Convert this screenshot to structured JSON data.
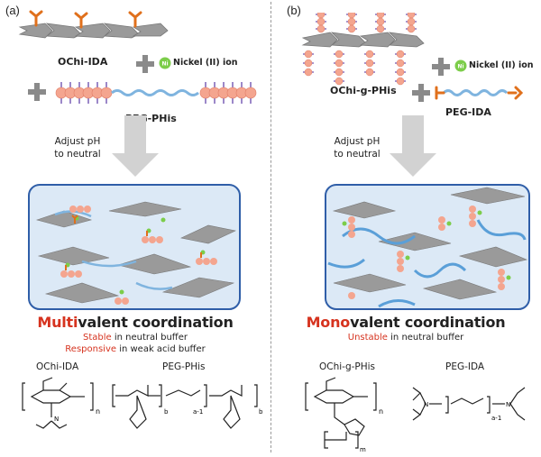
{
  "panels": [
    {
      "letter": "(a)",
      "polymer1": "OChi-IDA",
      "ion": "Nickel (II) ion",
      "ni_symbol": "Ni",
      "polymer2": "PEG-PHis",
      "step_line1": "Adjust pH",
      "step_line2": "to neutral",
      "title_highlight": "Multi",
      "title_rest": "valent coordination",
      "note1_highlight": "Stable",
      "note1_rest": " in neutral buffer",
      "note2_highlight": "Responsive",
      "note2_rest": " in weak acid buffer",
      "struct1": "OChi-IDA",
      "struct2": "PEG-PHis",
      "sub_n": "n",
      "sub_a1": "a-1",
      "sub_b1": "b",
      "sub_b2": "b"
    },
    {
      "letter": "(b)",
      "polymer1": "OChi-g-PHis",
      "ion": "Nickel (II) ion",
      "ni_symbol": "Ni",
      "polymer2": "PEG-IDA",
      "step_line1": "Adjust pH",
      "step_line2": "to neutral",
      "title_highlight": "Mono",
      "title_rest": "valent coordination",
      "note1_highlight": "Unstable",
      "note1_rest": " in neutral buffer",
      "struct1": "OChi-g-PHis",
      "struct2": "PEG-IDA",
      "sub_n": "n",
      "sub_m": "m",
      "sub_a1": "a-1"
    }
  ],
  "colors": {
    "chain": "#9a9a9a",
    "chain_dark": "#7a7a7a",
    "ida": "#e0701c",
    "phis": "#f4a58f",
    "imidazole": "#9c88c9",
    "nickel": "#7ccd4a",
    "peg": "#7fb4df",
    "box_fill": "#dce9f6",
    "box_stroke": "#2f5ea8",
    "arrow": "#d2d2d2",
    "highlight": "#d6331f"
  }
}
